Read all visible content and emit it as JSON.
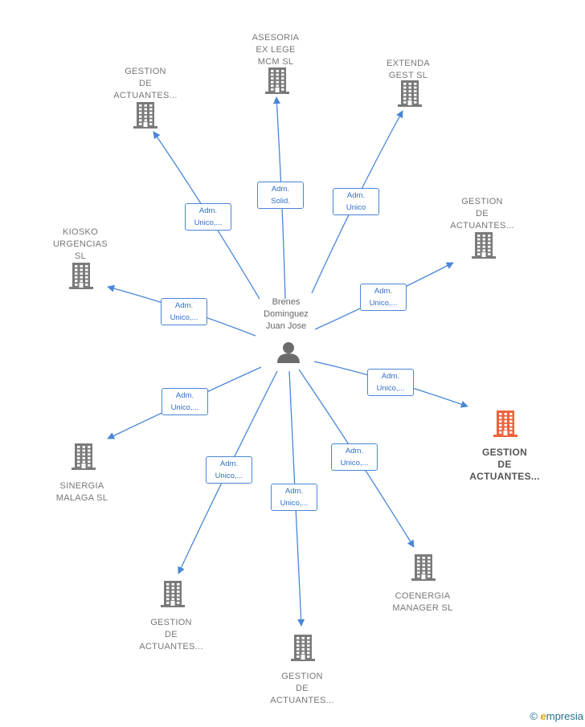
{
  "center": {
    "lines": [
      "Brenes",
      "Dominguez",
      "Juan Jose"
    ],
    "icon": "person-icon",
    "color": "#6b6b6b"
  },
  "colors": {
    "edge": "#4a86d6",
    "building": "#7a7a7a",
    "building_highlight": "#f0623a",
    "edge_label_text": "#2f6fc7"
  },
  "nodes": [
    {
      "id": "gestion-top-left",
      "lines": [
        "GESTION",
        "DE",
        "ACTUANTES..."
      ],
      "icon": "building-icon",
      "highlight": false
    },
    {
      "id": "asesoria",
      "lines": [
        "ASESORIA",
        "EX LEGE",
        "MCM  SL"
      ],
      "icon": "building-icon",
      "highlight": false
    },
    {
      "id": "extenda",
      "lines": [
        "EXTENDA",
        "GEST  SL"
      ],
      "icon": "building-icon",
      "highlight": false
    },
    {
      "id": "gestion-right-top",
      "lines": [
        "GESTION",
        "DE",
        "ACTUANTES..."
      ],
      "icon": "building-icon",
      "highlight": false
    },
    {
      "id": "kiosko",
      "lines": [
        "KIOSKO",
        "URGENCIAS",
        "SL"
      ],
      "icon": "building-icon",
      "highlight": false
    },
    {
      "id": "gestion-highlight",
      "lines": [
        "GESTION",
        "DE",
        "ACTUANTES..."
      ],
      "icon": "building-icon",
      "highlight": true
    },
    {
      "id": "sinergia",
      "lines": [
        "SINERGIA",
        "MALAGA SL"
      ],
      "icon": "building-icon",
      "highlight": false
    },
    {
      "id": "coenergia",
      "lines": [
        "COENERGIA",
        "MANAGER  SL"
      ],
      "icon": "building-icon",
      "highlight": false
    },
    {
      "id": "gestion-bottom-left",
      "lines": [
        "GESTION",
        "DE",
        "ACTUANTES..."
      ],
      "icon": "building-icon",
      "highlight": false
    },
    {
      "id": "gestion-bottom",
      "lines": [
        "GESTION",
        "DE",
        "ACTUANTES..."
      ],
      "icon": "building-icon",
      "highlight": false
    }
  ],
  "edges": [
    {
      "to": "gestion-top-left",
      "label": [
        "Adm.",
        "Unico,..."
      ]
    },
    {
      "to": "asesoria",
      "label": [
        "Adm.",
        "Solid."
      ]
    },
    {
      "to": "extenda",
      "label": [
        "Adm.",
        "Unico"
      ]
    },
    {
      "to": "gestion-right-top",
      "label": [
        "Adm.",
        "Unico,..."
      ]
    },
    {
      "to": "kiosko",
      "label": [
        "Adm.",
        "Unico,..."
      ]
    },
    {
      "to": "gestion-highlight",
      "label": [
        "Adm.",
        "Unico,..."
      ]
    },
    {
      "to": "sinergia",
      "label": [
        "Adm.",
        "Unico,..."
      ]
    },
    {
      "to": "coenergia",
      "label": [
        "Adm.",
        "Unico,..."
      ]
    },
    {
      "to": "gestion-bottom-left",
      "label": [
        "Adm.",
        "Unico,..."
      ]
    },
    {
      "to": "gestion-bottom",
      "label": [
        "Adm.",
        "Unico,..."
      ]
    }
  ],
  "watermark": {
    "symbol": "©",
    "brand_initial": "e",
    "brand_rest": "mpresia"
  }
}
